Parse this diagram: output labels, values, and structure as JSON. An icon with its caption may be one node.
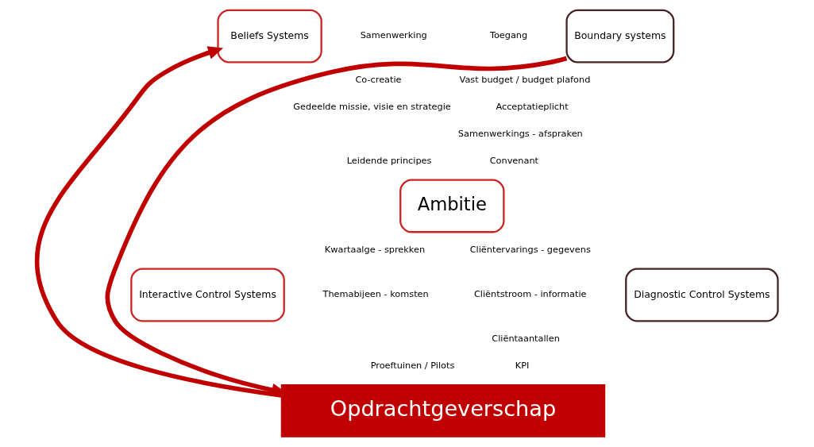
{
  "diagram": {
    "nodes": [
      {
        "text": [
          "Beliefs Systems"
        ]
      },
      {
        "text": [
          "Boundary systems"
        ]
      },
      {
        "text": [
          "Ambitie"
        ]
      },
      {
        "text": [
          "Interactive Control Systems"
        ]
      },
      {
        "text": [
          "Diagnostic Control Systems"
        ]
      },
      {
        "text": [
          "Opdrachtgeverschap"
        ]
      }
    ],
    "edges": [
      {
        "from": 5,
        "to": 0,
        "arrow": "to"
      },
      {
        "from": 1,
        "to": 5,
        "arrow": "to"
      }
    ],
    "labels": [
      "Samenwerking",
      "Co-creatie",
      "Gedeelde missie, visie en strategie",
      "Leidende principes",
      "Toegang",
      "Vast budget / budget plafond",
      "Acceptatieplicht",
      "Samenwerkings - afspraken",
      "Convenant",
      "Kwartaalge - sprekken",
      "Themabijeen - komsten",
      "Proeftuinen / Pilots",
      "Cliëntervarings - gegevens",
      "Cliëntstroom - informatie",
      "Cliëntaantallen",
      "KPI"
    ]
  }
}
